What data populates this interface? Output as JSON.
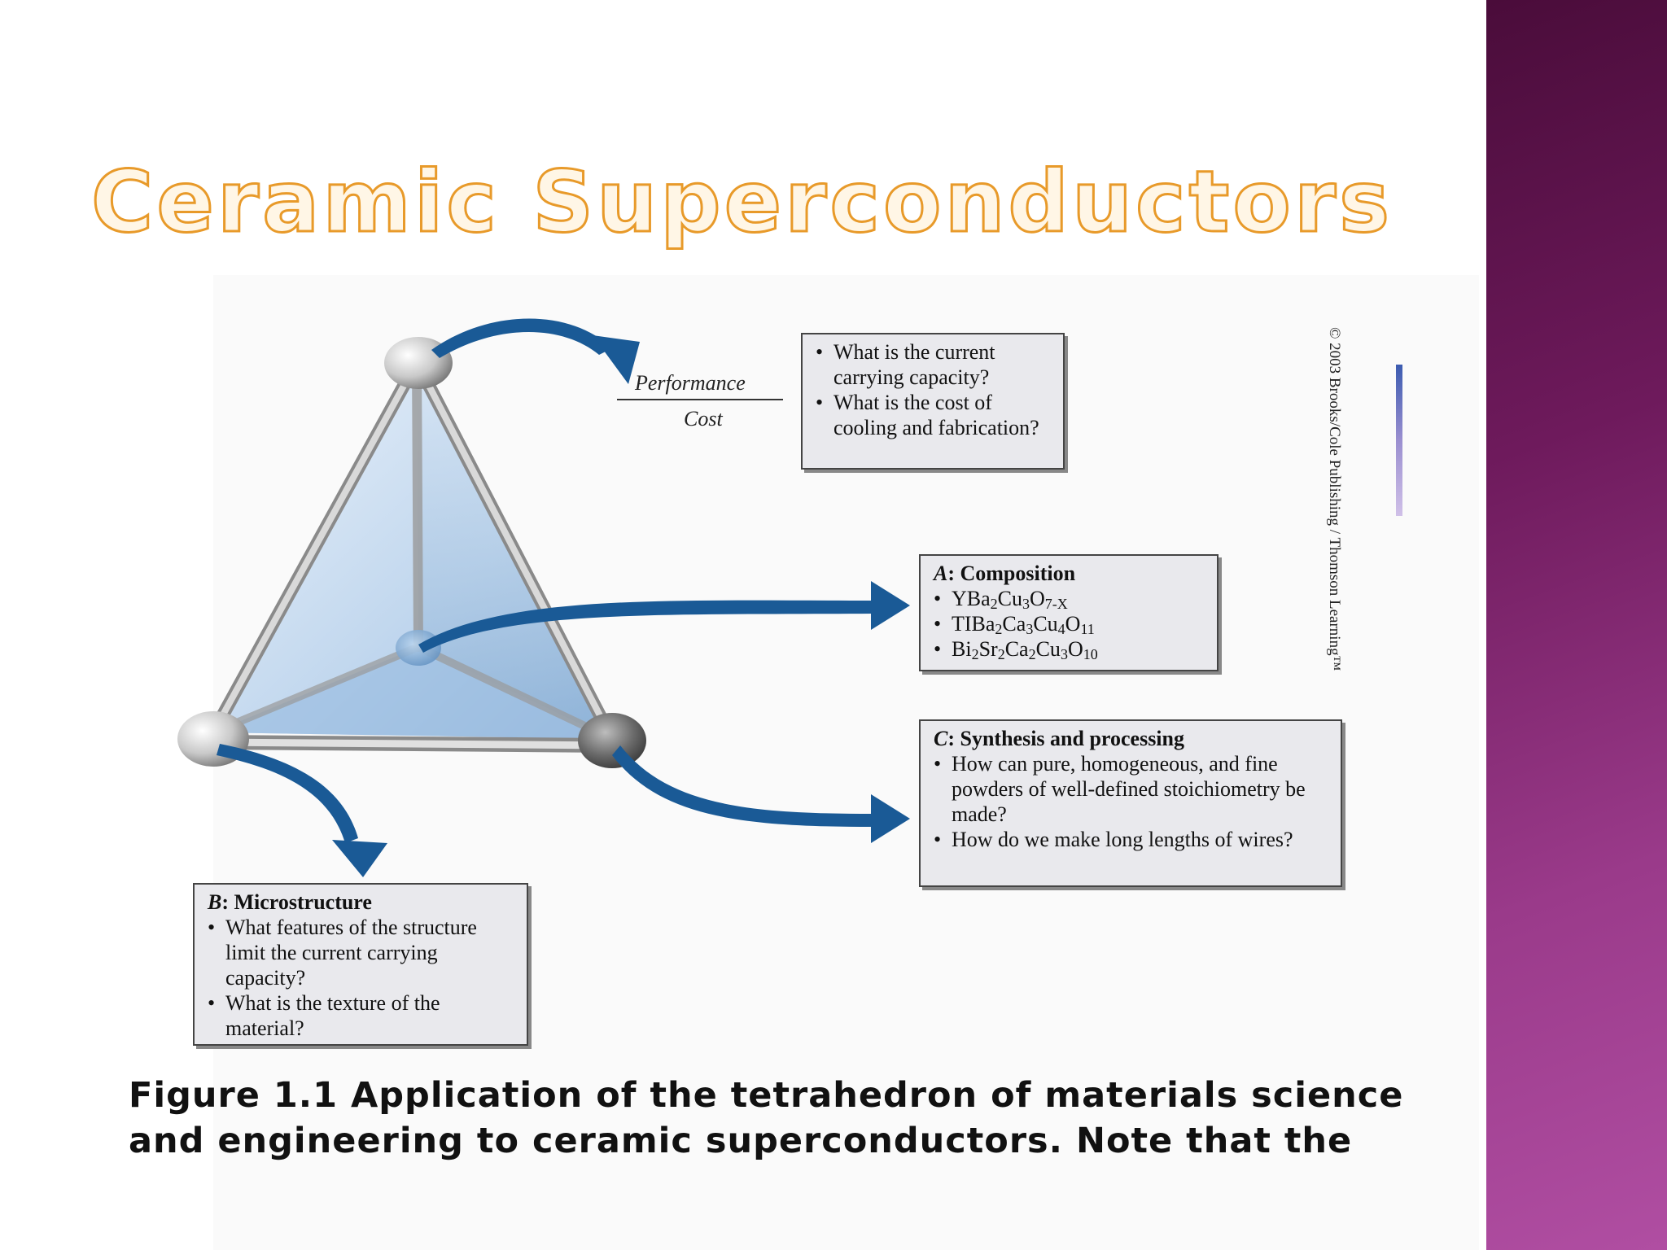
{
  "slide": {
    "title": "Ceramic Superconductors"
  },
  "figure": {
    "performance_label": "Performance",
    "cost_label": "Cost",
    "copyright": "© 2003 Brooks/Cole Publishing / Thomson Learning™",
    "performance_box": {
      "items": [
        "What is the current carrying capacity?",
        "What is the cost of cooling and fabrication?"
      ]
    },
    "composition_box": {
      "letter": "A",
      "heading": ": Composition",
      "formulas": [
        {
          "parts": [
            "YBa",
            "2",
            "Cu",
            "3",
            "O",
            "7-X"
          ]
        },
        {
          "parts": [
            "TIBa",
            "2",
            "Ca",
            "3",
            "Cu",
            "4",
            "O",
            "11"
          ]
        },
        {
          "parts": [
            "Bi",
            "2",
            "Sr",
            "2",
            "Ca",
            "2",
            "Cu",
            "3",
            "O",
            "10"
          ]
        }
      ]
    },
    "synthesis_box": {
      "letter": "C",
      "heading": ": Synthesis and processing",
      "items": [
        "How can pure, homogeneous, and fine powders of well-defined stoichiometry be made?",
        "How do we make long lengths of wires?"
      ]
    },
    "microstructure_box": {
      "letter": "B",
      "heading": ": Microstructure",
      "items": [
        "What features of the structure limit the current carrying capacity?",
        "What is the texture of the material?"
      ]
    },
    "caption_lines": [
      "Figure 1.1  Application of the tetrahedron of materials science",
      "and engineering to ceramic superconductors.  Note that the"
    ]
  },
  "colors": {
    "title_outline": "#e89a2a",
    "arrow_blue": "#1a5a96",
    "sidebar": "#7a2268"
  }
}
